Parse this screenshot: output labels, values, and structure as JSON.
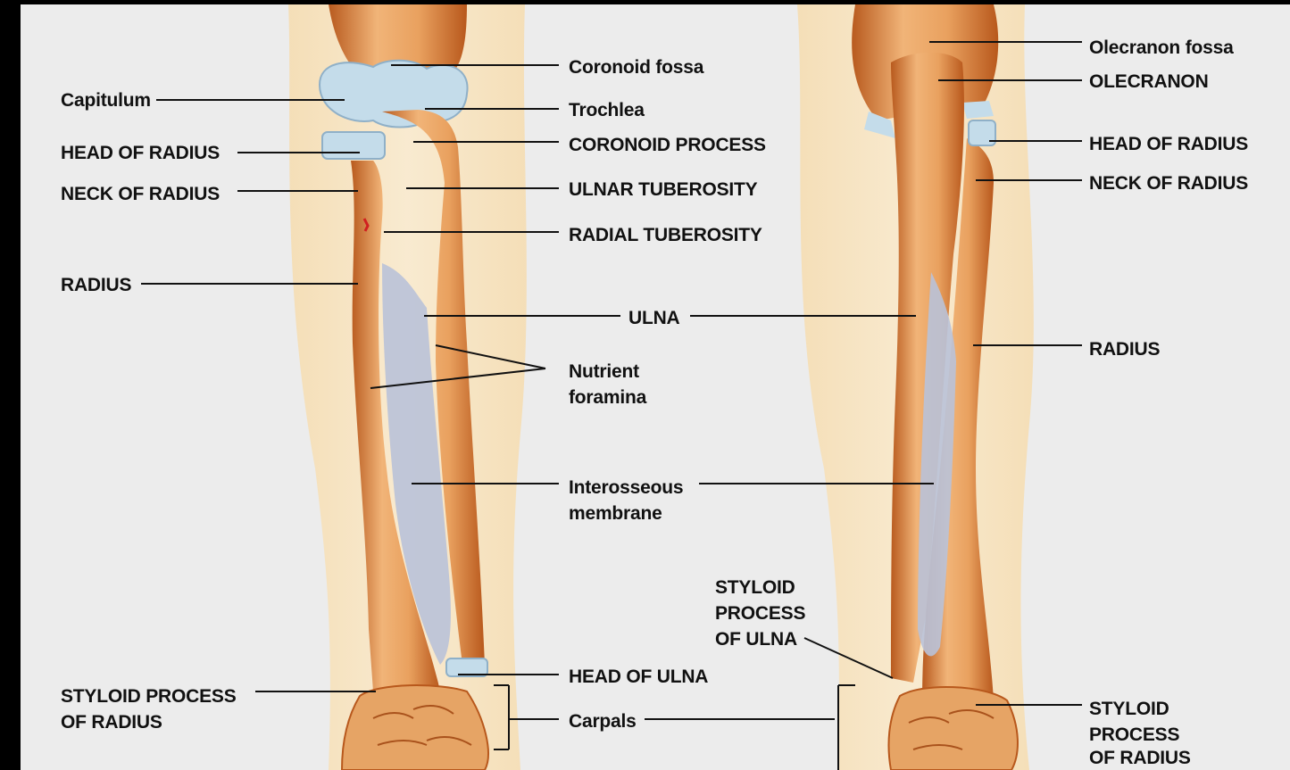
{
  "labels": {
    "coronoid_fossa": "Coronoid fossa",
    "capitulum": "Capitulum",
    "trochlea": "Trochlea",
    "head_of_radius_left": "HEAD OF RADIUS",
    "coronoid_process": "CORONOID PROCESS",
    "neck_of_radius_left": "NECK OF RADIUS",
    "ulnar_tuberosity": "ULNAR TUBEROSITY",
    "radial_tuberosity": "RADIAL TUBEROSITY",
    "radius_left": "RADIUS",
    "ulna": "ULNA",
    "nutrient_foramina_1": "Nutrient",
    "nutrient_foramina_2": "foramina",
    "interosseous_1": "Interosseous",
    "interosseous_2": "membrane",
    "styloid_ulna_1": "STYLOID",
    "styloid_ulna_2": "PROCESS",
    "styloid_ulna_3": "OF ULNA",
    "head_of_ulna": "HEAD OF ULNA",
    "styloid_radius_left_1": "STYLOID PROCESS",
    "styloid_radius_left_2": "OF RADIUS",
    "carpals": "Carpals",
    "olecranon_fossa": "Olecranon fossa",
    "olecranon": "OLECRANON",
    "head_of_radius_right": "HEAD OF RADIUS",
    "neck_of_radius_right": "NECK OF RADIUS",
    "radius_right": "RADIUS",
    "styloid_radius_right_1": "STYLOID",
    "styloid_radius_right_2": "PROCESS",
    "styloid_radius_right_3": "OF RADIUS"
  },
  "colors": {
    "background": "#ececec",
    "skin": "#f7d9a8",
    "bone": "#e8a060",
    "bone_dark": "#c46a2a",
    "cartilage": "#bcd8ea",
    "membrane": "#b8bfd6",
    "leader": "#111111"
  }
}
